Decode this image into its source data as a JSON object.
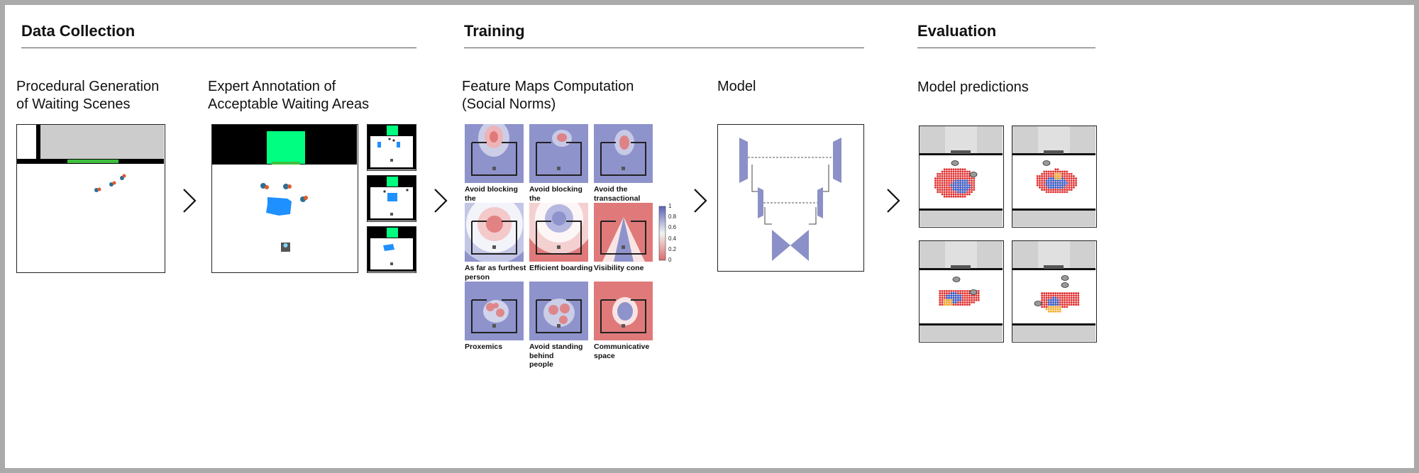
{
  "sections": {
    "data_collection": "Data Collection",
    "training": "Training",
    "evaluation": "Evaluation"
  },
  "steps": {
    "procedural": "Procedural Generation\nof Waiting Scenes",
    "expert": "Expert Annotation of\nAcceptable Waiting Areas",
    "feature": "Feature Maps Computation\n(Social Norms)",
    "model": "Model",
    "predictions": "Model predictions"
  },
  "feature_maps": [
    {
      "label": "Avoid blocking the\ndoor",
      "style": "door"
    },
    {
      "label": "Avoid blocking the\ncommands",
      "style": "commands"
    },
    {
      "label": "Avoid the\ntransactional space",
      "style": "transactional"
    },
    {
      "label": "As far as furthest\nperson",
      "style": "furthest"
    },
    {
      "label": "Efficient boarding",
      "style": "boarding"
    },
    {
      "label": "Visibility cone",
      "style": "visibility"
    },
    {
      "label": "Proxemics",
      "style": "proxemics"
    },
    {
      "label": "Avoid standing behind\npeople",
      "style": "behind"
    },
    {
      "label": "Communicative space",
      "style": "communicative"
    }
  ],
  "colorbar": {
    "ticks": [
      "1",
      "0.8",
      "0.6",
      "0.4",
      "0.2",
      "0"
    ]
  },
  "colors": {
    "frame": "#aaaaaa",
    "green_target": "#00ff80",
    "blue_area": "#1e90ff",
    "map_blue": "#8e93cc",
    "map_red": "#e07a7a",
    "model_shape": "#8b90c8"
  }
}
